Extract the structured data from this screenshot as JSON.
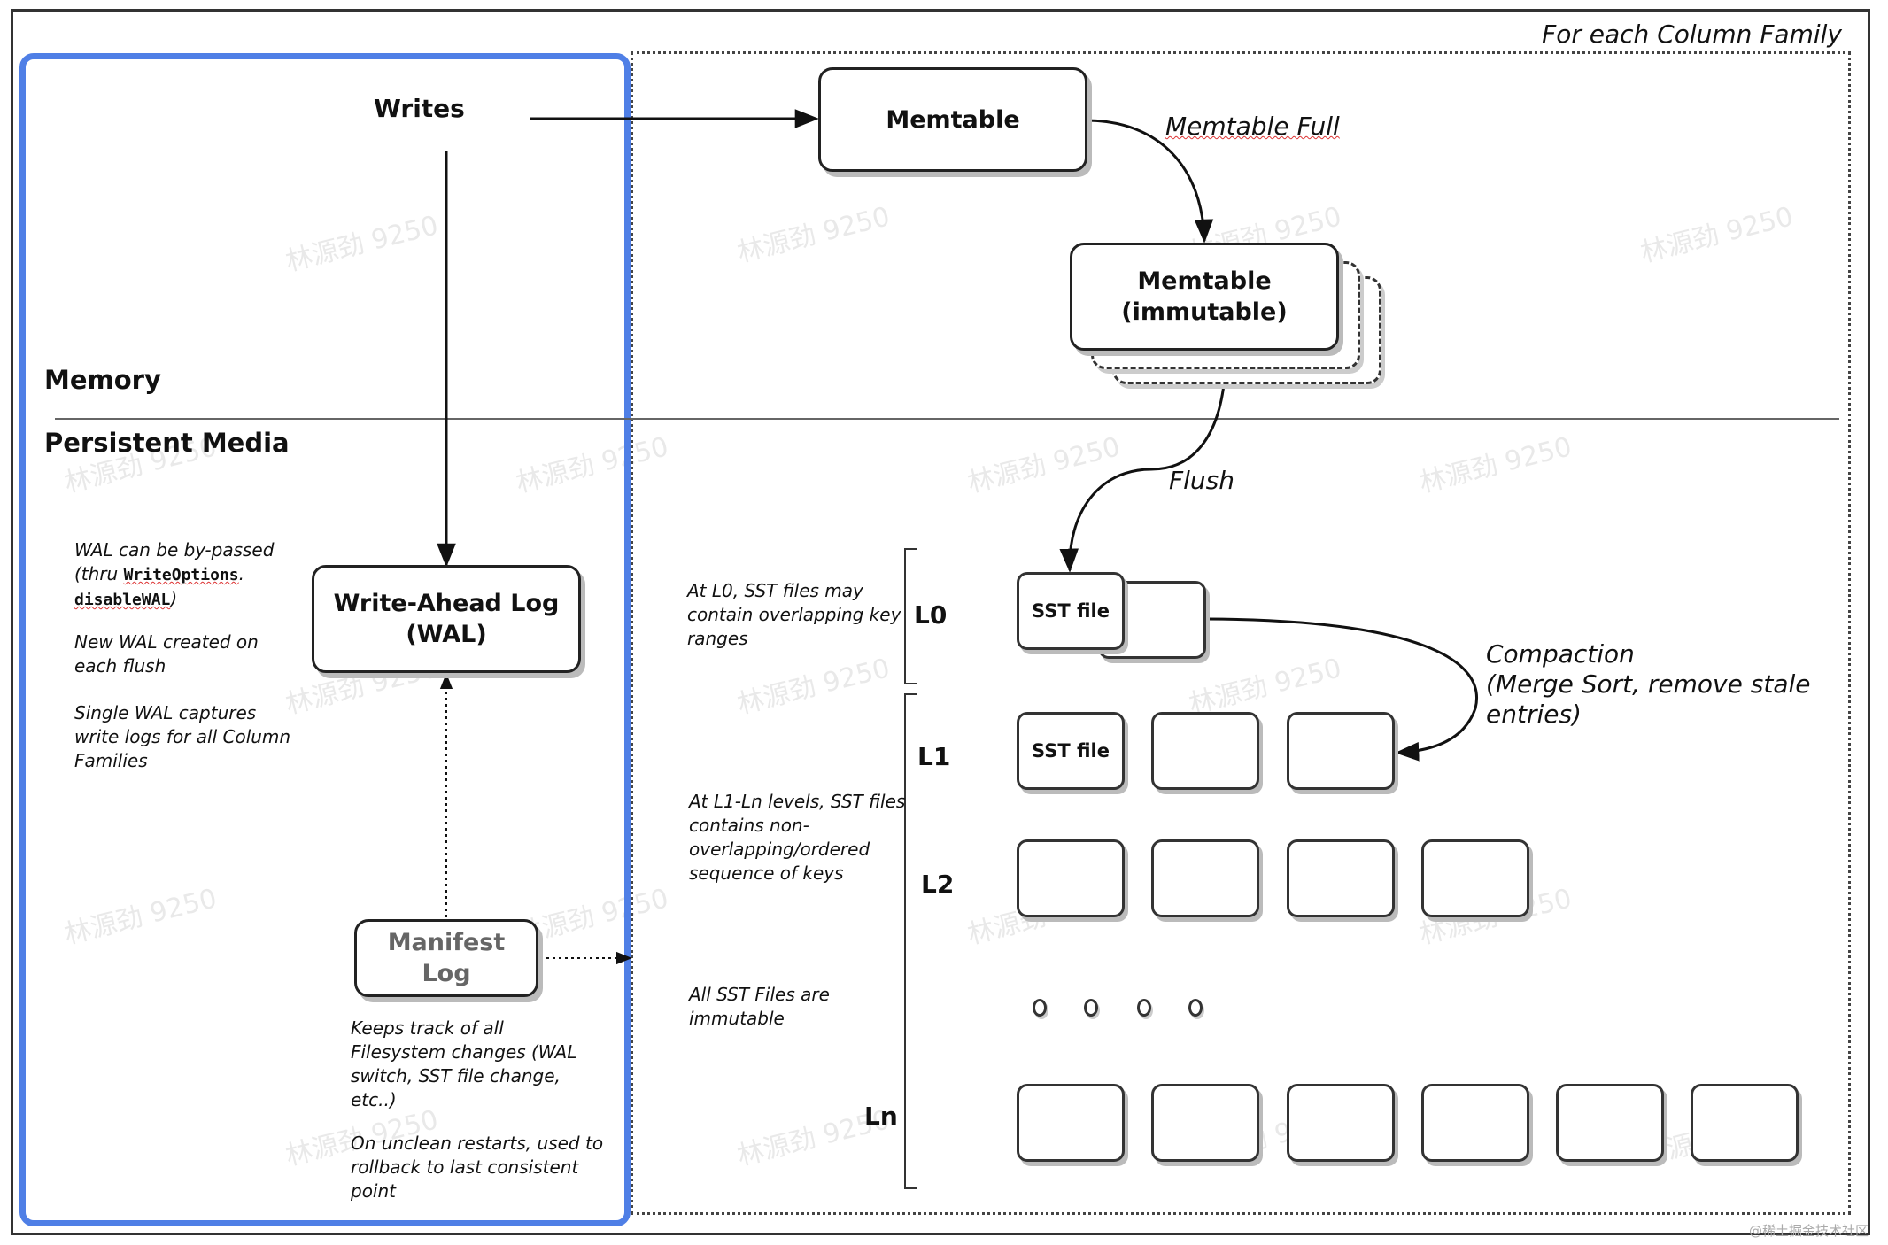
{
  "header": {
    "column_family_label": "For each Column Family"
  },
  "regions": {
    "memory_label": "Memory",
    "persistent_label": "Persistent Media"
  },
  "nodes": {
    "writes": "Writes",
    "memtable": "Memtable",
    "memtable_immutable_line1": "Memtable",
    "memtable_immutable_line2": "(immutable)",
    "wal_line1": "Write-Ahead Log",
    "wal_line2": "(WAL)",
    "manifest_line1": "Manifest",
    "manifest_line2": "Log",
    "sst_file": "SST file"
  },
  "edge_labels": {
    "memtable_full": "Memtable Full",
    "flush": "Flush",
    "compaction_line1": "Compaction",
    "compaction_line2": "(Merge Sort, remove stale",
    "compaction_line3": "entries)"
  },
  "levels": {
    "l0": "L0",
    "l1": "L1",
    "l2": "L2",
    "ln": "Ln"
  },
  "notes": {
    "wal_bypass_a": "WAL can be by-passed",
    "wal_bypass_b": "(thru",
    "wal_bypass_code1": "WriteOptions",
    "wal_bypass_code2": "disableWAL",
    "wal_bypass_close": ")",
    "new_wal_line1": "New WAL created on",
    "new_wal_line2": "each flush",
    "single_wal_line1": "Single WAL captures",
    "single_wal_line2": "write logs for all Column",
    "single_wal_line3": "Families",
    "l0_line1": "At L0, SST files may",
    "l0_line2": "contain overlapping key",
    "l0_line3": "ranges",
    "l1ln_line1": "At L1-Ln levels, SST files",
    "l1ln_line2": "contains non-",
    "l1ln_line3": "overlapping/ordered",
    "l1ln_line4": "sequence of keys",
    "immutable_line1": "All SST Files are",
    "immutable_line2": "immutable",
    "manifest_track_line1": "Keeps track of all",
    "manifest_track_line2": "Filesystem changes (WAL",
    "manifest_track_line3": "switch, SST file change,",
    "manifest_track_line4": "etc..)",
    "unclean_line1": "On unclean restarts, used to",
    "unclean_line2": "rollback to last consistent",
    "unclean_line3": "point"
  },
  "watermark": "林源劲 9250",
  "credit": "@稀土掘金技术社区"
}
